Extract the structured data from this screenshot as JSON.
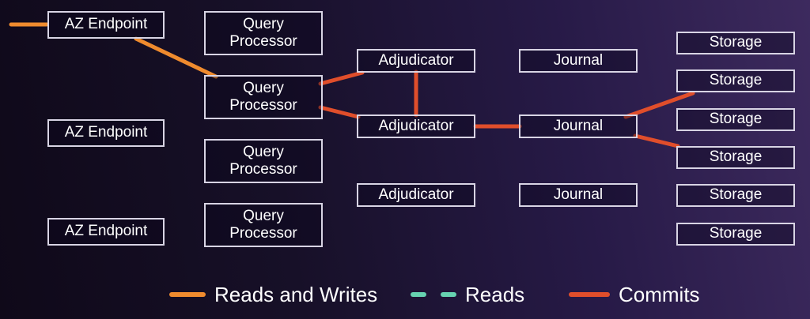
{
  "diagram": {
    "description": "Distributed database architecture diagram",
    "nodes": {
      "az_endpoint": [
        "AZ Endpoint",
        "AZ Endpoint",
        "AZ Endpoint"
      ],
      "query_processor": [
        "Query Processor",
        "Query Processor",
        "Query Processor",
        "Query Processor"
      ],
      "adjudicator": [
        "Adjudicator",
        "Adjudicator",
        "Adjudicator"
      ],
      "journal": [
        "Journal",
        "Journal",
        "Journal"
      ],
      "storage": [
        "Storage",
        "Storage",
        "Storage",
        "Storage",
        "Storage",
        "Storage"
      ]
    },
    "edges": [
      {
        "name": "inbound-to-az-endpoint-1",
        "kind": "reads_writes"
      },
      {
        "name": "az-endpoint-1-to-query-processor-2",
        "kind": "reads_writes"
      },
      {
        "name": "query-processor-2-to-adjudicator-1",
        "kind": "commits"
      },
      {
        "name": "query-processor-2-to-adjudicator-2",
        "kind": "commits"
      },
      {
        "name": "adjudicator-1-to-adjudicator-2",
        "kind": "commits"
      },
      {
        "name": "adjudicator-2-to-journal-2",
        "kind": "commits"
      },
      {
        "name": "journal-2-to-storage-2",
        "kind": "commits"
      },
      {
        "name": "journal-2-to-storage-4",
        "kind": "commits"
      }
    ]
  },
  "legend": {
    "items": [
      {
        "label": "Reads and Writes",
        "kind": "reads_writes",
        "line_style": "solid"
      },
      {
        "label": "Reads",
        "kind": "reads",
        "line_style": "dashed"
      },
      {
        "label": "Commits",
        "kind": "commits",
        "line_style": "solid"
      }
    ]
  },
  "colors": {
    "reads_writes": "#EF8B2E",
    "reads": "#66D2B0",
    "commits": "#E04E2B",
    "node_border": "#D8D4E4",
    "text": "#FFFFFF",
    "background_left": "#0F0919",
    "background_right": "#3D2A5E"
  }
}
